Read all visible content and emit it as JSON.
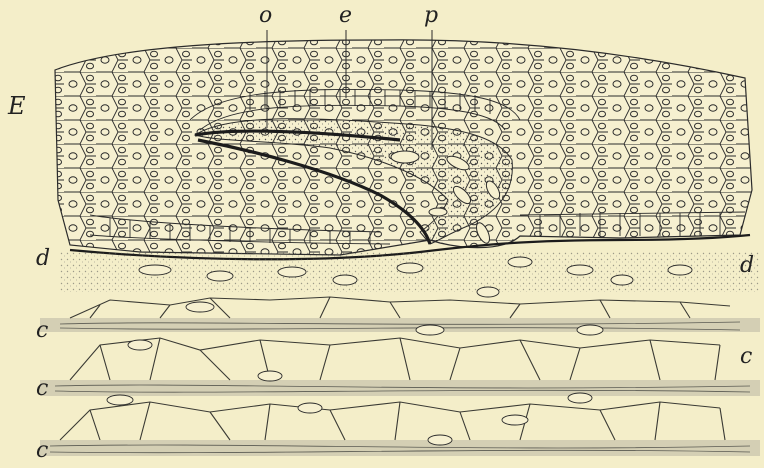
{
  "figure": {
    "labels": {
      "o": "o",
      "e": "e",
      "p": "p",
      "E": "E",
      "d_left": "d",
      "d_right": "d",
      "c1": "c",
      "c2": "c",
      "c3": "c",
      "c_right": "c"
    }
  },
  "colors": {
    "paper": "#f4eec9",
    "ink": "#2b2b2b",
    "cell_fill": "#f6f0d0",
    "fibre": "#8a8a80"
  }
}
